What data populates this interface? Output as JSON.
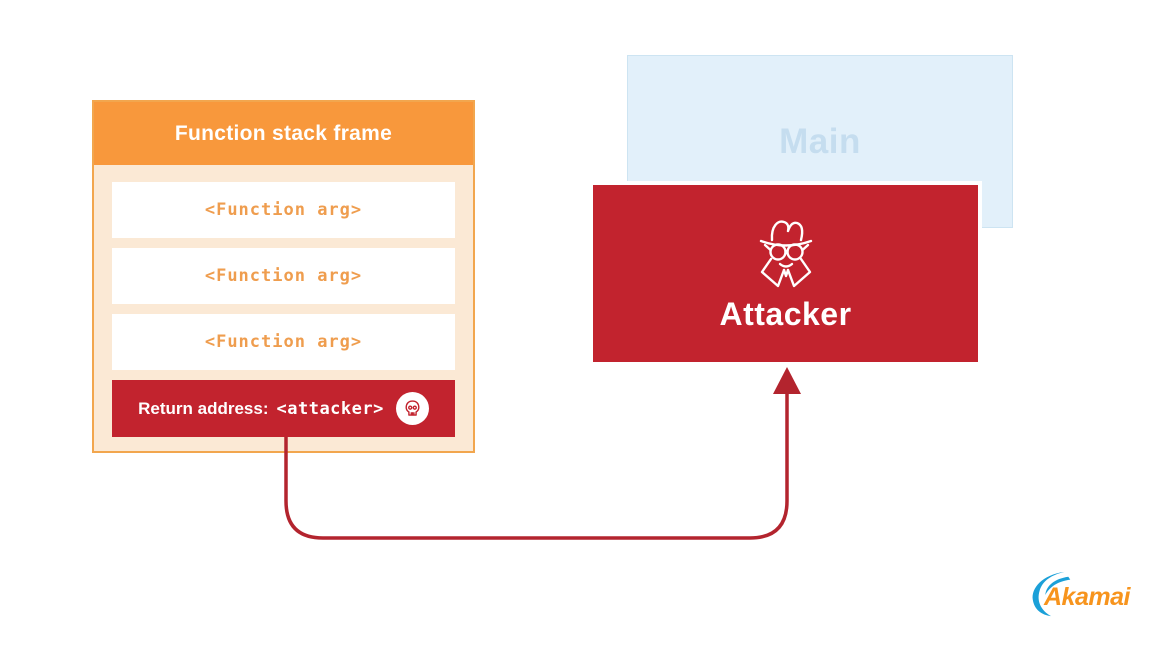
{
  "colors": {
    "header_orange": "#F8983C",
    "body_peach": "#FBE9D5",
    "frame_border_orange": "#F2A64E",
    "arg_text_orange": "#EF9D4E",
    "danger_red": "#C2232E",
    "arrow_red": "#B3242E",
    "main_bg_blue": "#E2F0FA",
    "main_text_blue": "#C5DDEF",
    "akamai_blue": "#1BA0D8",
    "akamai_orange": "#F7941D"
  },
  "stack_frame": {
    "title": "Function stack frame",
    "args": [
      "<Function arg>",
      "<Function arg>",
      "<Function arg>"
    ],
    "return_label": "Return address:",
    "return_value": "<attacker>"
  },
  "main_box": {
    "label": "Main"
  },
  "attacker_box": {
    "label": "Attacker"
  },
  "logo": {
    "text": "Akamai"
  }
}
